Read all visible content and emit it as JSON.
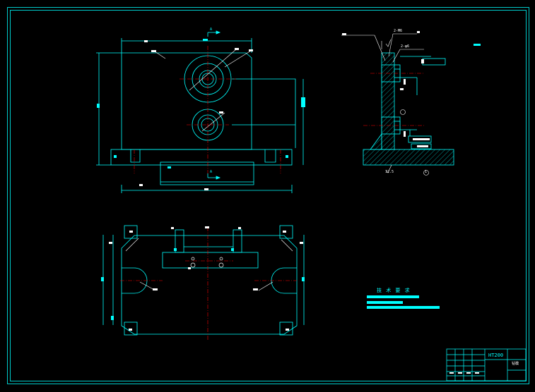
{
  "colors": {
    "background": "#000000",
    "outline": "#00ffff",
    "center_line": "#ff0000",
    "callout": "#ffffff",
    "dimension": "#00ffff"
  },
  "section_view": {
    "marker_top": "A",
    "marker_bottom": "A",
    "thread_note_1": "2-M6",
    "thread_note_2": "2-φ6",
    "surface_note": "12.5",
    "circle_mark": "1"
  },
  "notes": {
    "title": "技 术 要 求"
  },
  "title_block": {
    "material": "HT200",
    "part_name": "钻模",
    "grid_rows": 6
  }
}
